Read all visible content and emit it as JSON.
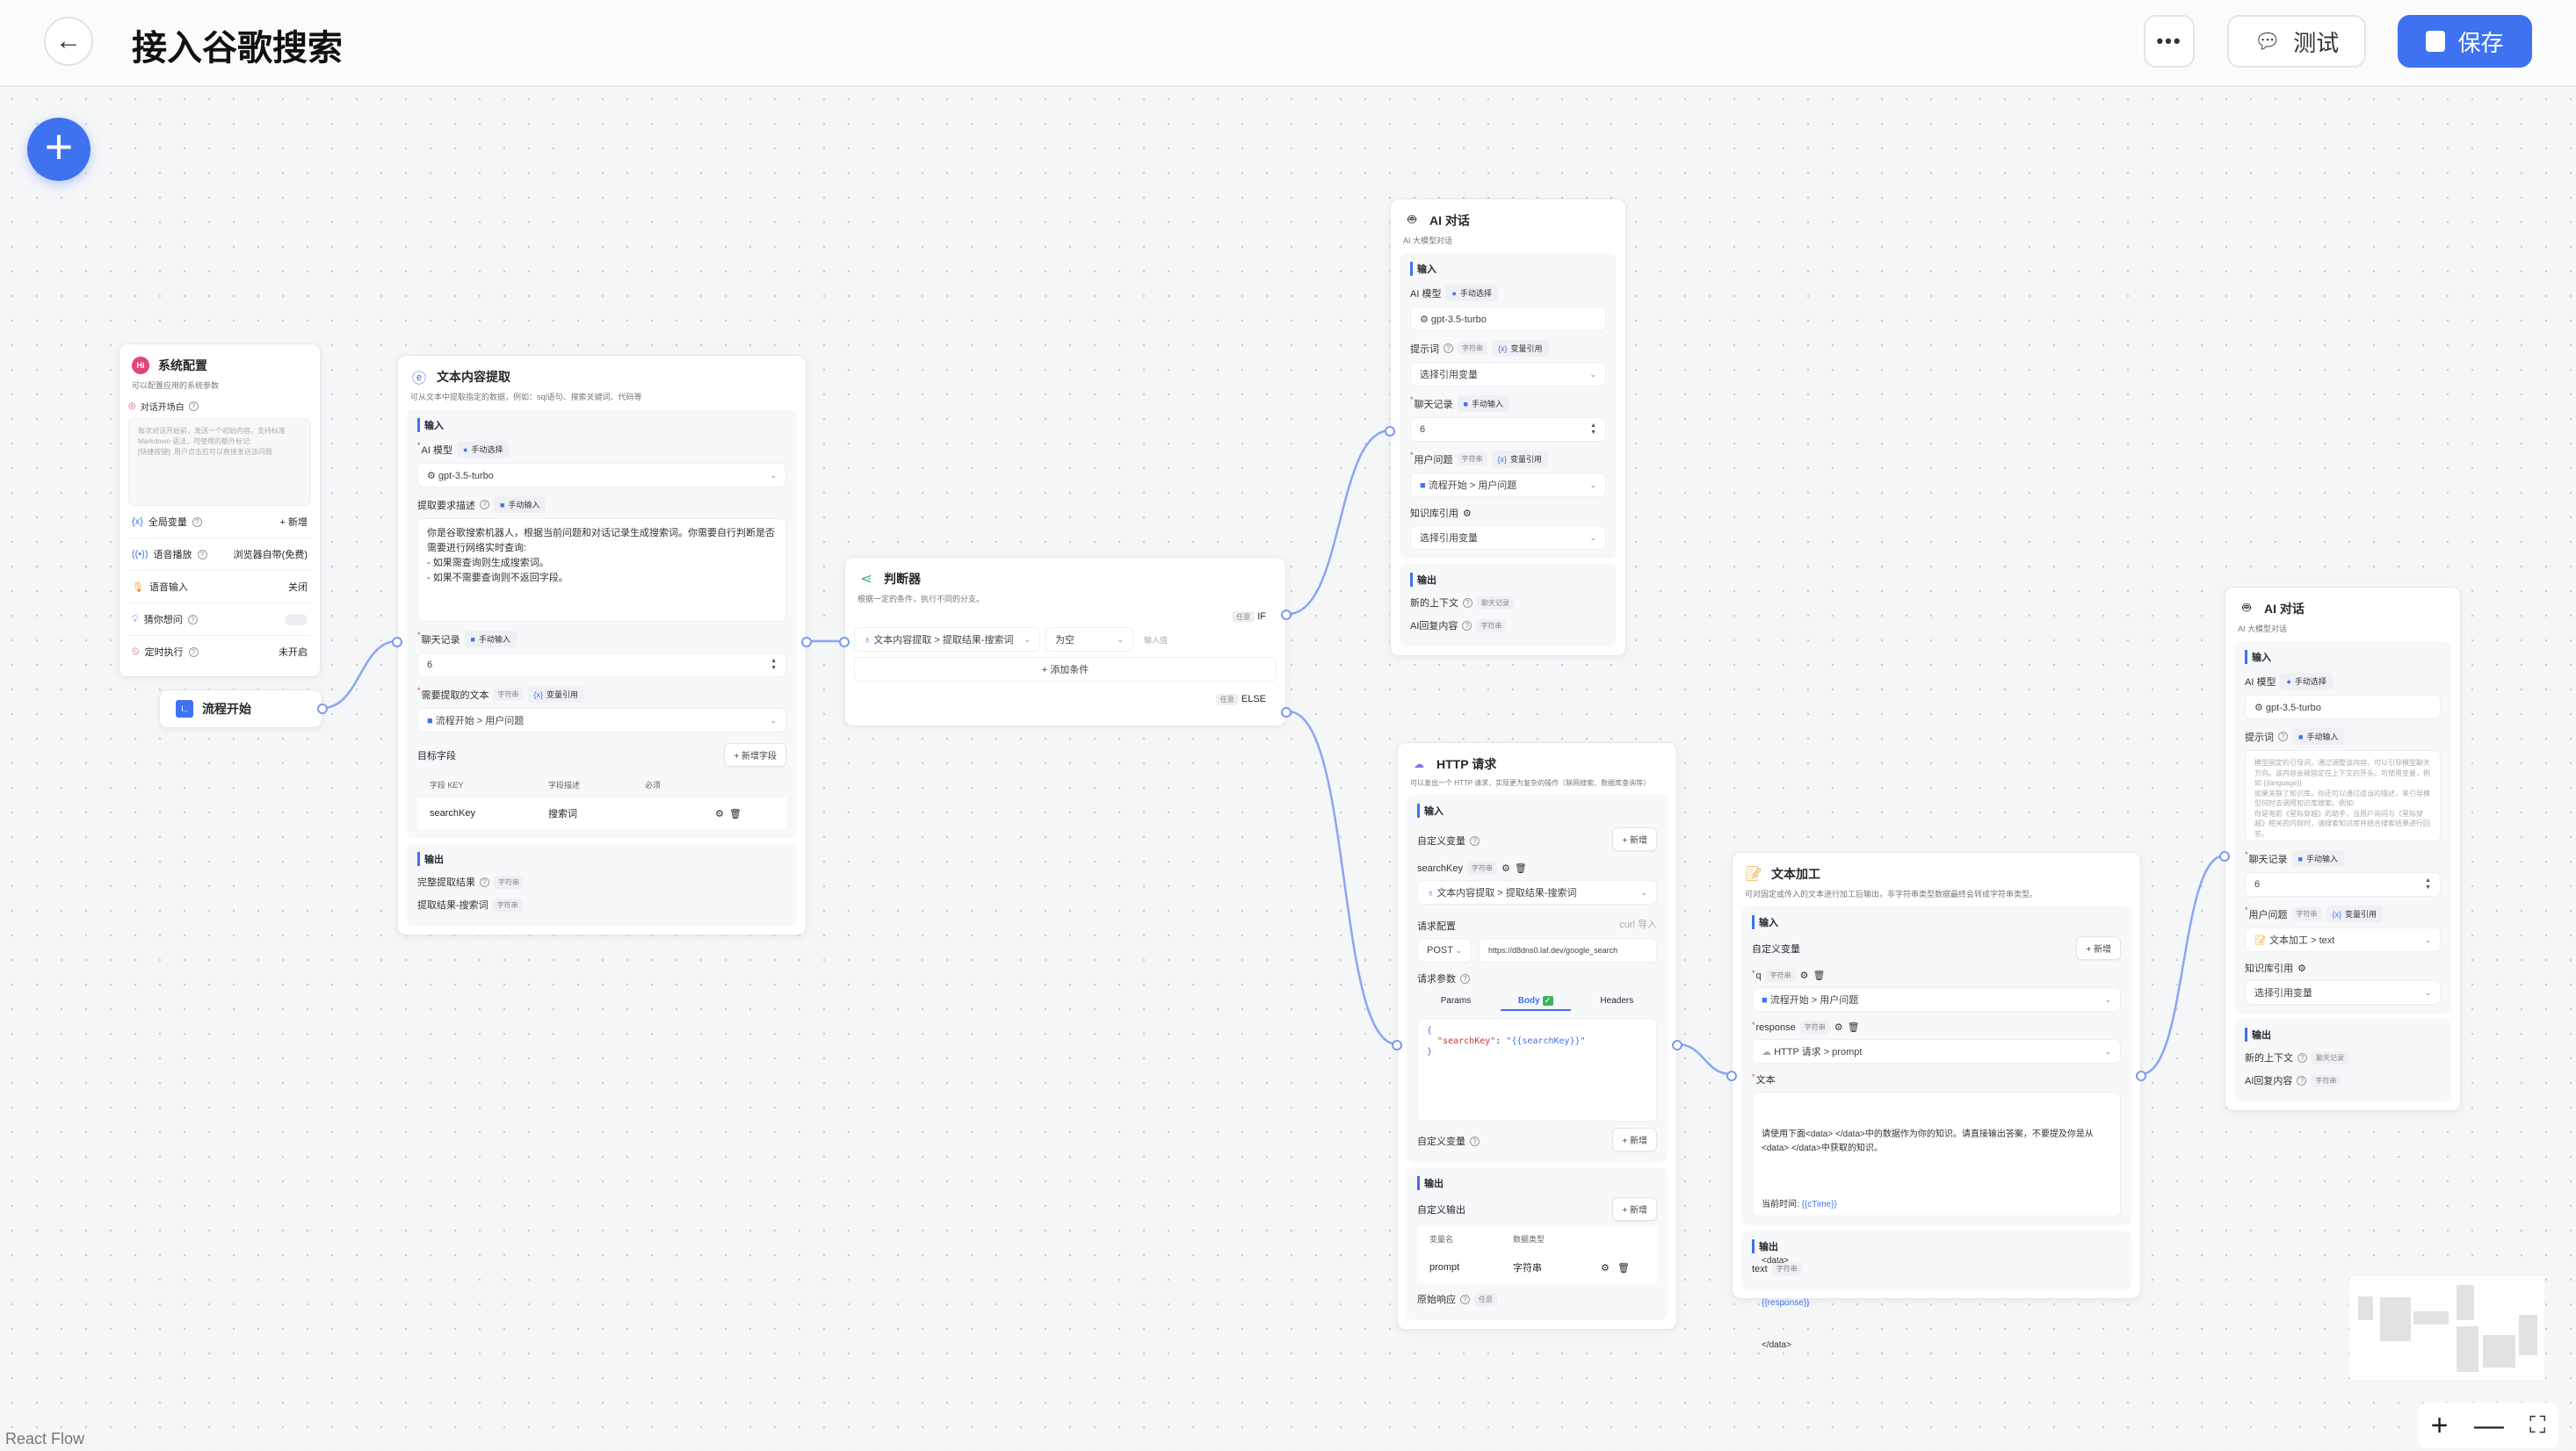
{
  "header": {
    "title": "接入谷歌搜索",
    "more_label": "•••",
    "test_label": "测试",
    "save_label": "保存"
  },
  "colors": {
    "accent": "#3f72f1",
    "edge": "#7a9af2"
  },
  "system_config": {
    "title": "系统配置",
    "desc": "可以配置应用的系统参数",
    "welcome_label": "对话开场白",
    "welcome_placeholder": "每次对话开始前，发送一个初始内容。支持标准 Markdown 语法，可使用的额外标记:\n[快捷按键]: 用户点击后可以直接发送该问题",
    "rows": [
      {
        "label": "全局变量",
        "value": "+ 新增"
      },
      {
        "label": "语音播放",
        "value": "浏览器自带(免费)"
      },
      {
        "label": "语音输入",
        "value": "关闭"
      },
      {
        "label": "猜你想问",
        "value": ""
      },
      {
        "label": "定时执行",
        "value": "未开启"
      }
    ]
  },
  "flow_start": {
    "title": "流程开始"
  },
  "extract": {
    "title": "文本内容提取",
    "desc": "可从文本中提取指定的数据，例如：sql语句、搜索关键词、代码等",
    "input": "输入",
    "ai_model": "AI 模型",
    "manual_select": "手动选择",
    "model": "gpt-3.5-turbo",
    "desc_label": "提取要求描述",
    "manual_input": "手动输入",
    "desc_text": "你是谷歌搜索机器人，根据当前问题和对话记录生成搜索词。你需要自行判断是否需要进行网络实时查询:\n- 如果需查询则生成搜索词。\n- 如果不需要查询则不返回字段。",
    "history": "聊天记录",
    "history_value": "6",
    "text_label": "需要提取的文本",
    "string": "字符串",
    "var_ref": "变量引用",
    "text_ref": "流程开始 > 用户问题",
    "target": "目标字段",
    "add_field": "+ 新增字段",
    "cols": [
      "字段 KEY",
      "字段描述",
      "必须"
    ],
    "field_key": "searchKey",
    "field_desc": "搜索词",
    "output": "输出",
    "out1": "完整提取结果",
    "out2": "提取结果-搜索词"
  },
  "judge": {
    "title": "判断器",
    "desc": "根据一定的条件，执行不同的分支。",
    "any": "任意",
    "if": "IF",
    "else": "ELSE",
    "cond_var": "文本内容提取 > 提取结果-搜索词",
    "cond_op": "为空",
    "cond_value_placeholder": "输入值",
    "add_cond": "+ 添加条件"
  },
  "ai1": {
    "title": "AI 对话",
    "desc": "AI 大模型对话",
    "input": "输入",
    "ai_model": "AI 模型",
    "manual_select": "手动选择",
    "model": "gpt-3.5-turbo",
    "prompt": "提示词",
    "string": "字符串",
    "var_ref": "变量引用",
    "select_var": "选择引用变量",
    "history": "聊天记录",
    "manual_input": "手动输入",
    "history_value": "6",
    "question": "用户问题",
    "question_ref": "流程开始 > 用户问题",
    "kb": "知识库引用",
    "kb_value": "选择引用变量",
    "output": "输出",
    "out1": "新的上下文",
    "out1_tag": "聊天记录",
    "out2": "AI回复内容",
    "out2_tag": "字符串"
  },
  "http": {
    "title": "HTTP 请求",
    "desc": "可以发出一个 HTTP 请求，实现更为复杂的操作（联网搜索、数据库查询等）",
    "input": "输入",
    "custom_var": "自定义变量",
    "add": "+ 新增",
    "var_name": "searchKey",
    "string": "字符串",
    "var_ref": "文本内容提取 > 提取结果-搜索词",
    "req_config": "请求配置",
    "curl": "curl 导入",
    "method": "POST",
    "url": "https://d8dns0.laf.dev/google_search",
    "req_params": "请求参数",
    "tabs": [
      "Params",
      "Body",
      "Headers"
    ],
    "body_open": "{",
    "body_key": "\"searchKey\"",
    "body_val": "\"{{searchKey}}\"",
    "body_close": "}",
    "output": "输出",
    "custom_out": "自定义输出",
    "cols": [
      "变量名",
      "数据类型"
    ],
    "out_name": "prompt",
    "out_type": "字符串",
    "raw": "原始响应",
    "raw_tag": "任意"
  },
  "textproc": {
    "title": "文本加工",
    "desc": "可对固定或传入的文本进行加工后输出，非字符串类型数据最终会转成字符串类型。",
    "input": "输入",
    "custom_var": "自定义变量",
    "add": "+ 新增",
    "q": "q",
    "string": "字符串",
    "q_ref": "流程开始 > 用户问题",
    "resp": "response",
    "resp_ref": "HTTP 请求 > prompt",
    "text": "文本",
    "line1": "请使用下面<data> </data>中的数据作为你的知识。请直接输出答案，不要提及你是从<data> </data>中获取的知识。",
    "line2": "当前时间: ",
    "ctime": "{{cTime}}",
    "d_open": "<data>",
    "resp_var": "{{response}}",
    "d_close": "</data>",
    "output": "输出",
    "out": "text"
  },
  "ai2": {
    "title": "AI 对话",
    "desc": "AI 大模型对话",
    "input": "输入",
    "ai_model": "AI 模型",
    "manual_select": "手动选择",
    "model": "gpt-3.5-turbo",
    "prompt": "提示词",
    "manual_input": "手动输入",
    "prompt_placeholder": "模型固定的引导词，通过调整该内容，可以引导模型聊天方向。该内容会被固定在上下文的开头。可使用变量，例如 {{language}}\n如果关联了知识库，你还可以通过适当的描述，来引导模型何时去调用知识库搜索。例如:\n你是电影《星际穿越》的助手，当用户询问与《星际穿越》相关的内容时，请搜索知识库并结合搜索结果进行回答。",
    "history": "聊天记录",
    "history_value": "6",
    "question": "用户问题",
    "string": "字符串",
    "var_ref": "变量引用",
    "question_ref": "文本加工 > text",
    "kb": "知识库引用",
    "kb_value": "选择引用变量",
    "output": "输出",
    "out1": "新的上下文",
    "out1_tag": "聊天记录",
    "out2": "AI回复内容",
    "out2_tag": "字符串"
  },
  "controls": {
    "zoom_in": "+",
    "zoom_out": "—",
    "fit": "⛶"
  },
  "footer": {
    "attribution": "React Flow"
  }
}
